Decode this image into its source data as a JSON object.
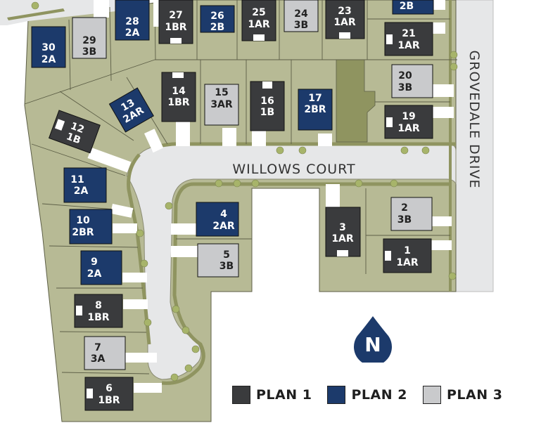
{
  "colors": {
    "plan1": "#3a3b3d",
    "plan2": "#1c3a6b",
    "plan3": "#c9cacc",
    "lot_fill": "#b7ba95",
    "lot_line": "#5c5e46",
    "road": "#e6e7e8",
    "park": "#8f9460",
    "driveway": "#ffffff",
    "tree": "#a7b46a"
  },
  "streets": {
    "willows_court": "WILLOWS COURT",
    "grovedale_drive": "GROVEDALE DRIVE"
  },
  "compass": {
    "label": "N"
  },
  "legend": [
    {
      "label": "PLAN 1",
      "color": "#3a3b3d"
    },
    {
      "label": "PLAN 2",
      "color": "#1c3a6b"
    },
    {
      "label": "PLAN 3",
      "color": "#c9cacc"
    }
  ],
  "lots": [
    {
      "id": "1",
      "number": "1",
      "plan_code": "1AR",
      "plan": 1
    },
    {
      "id": "2",
      "number": "2",
      "plan_code": "3B",
      "plan": 3
    },
    {
      "id": "3",
      "number": "3",
      "plan_code": "1AR",
      "plan": 1
    },
    {
      "id": "4",
      "number": "4",
      "plan_code": "2AR",
      "plan": 2
    },
    {
      "id": "5",
      "number": "5",
      "plan_code": "3B",
      "plan": 3
    },
    {
      "id": "6",
      "number": "6",
      "plan_code": "1BR",
      "plan": 1
    },
    {
      "id": "7",
      "number": "7",
      "plan_code": "3A",
      "plan": 3
    },
    {
      "id": "8",
      "number": "8",
      "plan_code": "1BR",
      "plan": 1
    },
    {
      "id": "9",
      "number": "9",
      "plan_code": "2A",
      "plan": 2
    },
    {
      "id": "10",
      "number": "10",
      "plan_code": "2BR",
      "plan": 2
    },
    {
      "id": "11",
      "number": "11",
      "plan_code": "2A",
      "plan": 2
    },
    {
      "id": "12",
      "number": "12",
      "plan_code": "1B",
      "plan": 1
    },
    {
      "id": "13",
      "number": "13",
      "plan_code": "2AR",
      "plan": 2
    },
    {
      "id": "14",
      "number": "14",
      "plan_code": "1BR",
      "plan": 1
    },
    {
      "id": "15",
      "number": "15",
      "plan_code": "3AR",
      "plan": 3
    },
    {
      "id": "16",
      "number": "16",
      "plan_code": "1B",
      "plan": 1
    },
    {
      "id": "17",
      "number": "17",
      "plan_code": "2BR",
      "plan": 2
    },
    {
      "id": "19",
      "number": "19",
      "plan_code": "1AR",
      "plan": 1
    },
    {
      "id": "20",
      "number": "20",
      "plan_code": "3B",
      "plan": 3
    },
    {
      "id": "21",
      "number": "21",
      "plan_code": "1AR",
      "plan": 1
    },
    {
      "id": "22",
      "number": "",
      "plan_code": "2B",
      "plan": 2
    },
    {
      "id": "23",
      "number": "23",
      "plan_code": "1AR",
      "plan": 1
    },
    {
      "id": "24",
      "number": "24",
      "plan_code": "3B",
      "plan": 3
    },
    {
      "id": "25",
      "number": "25",
      "plan_code": "1AR",
      "plan": 1
    },
    {
      "id": "26",
      "number": "26",
      "plan_code": "2B",
      "plan": 2
    },
    {
      "id": "27",
      "number": "27",
      "plan_code": "1BR",
      "plan": 1
    },
    {
      "id": "28",
      "number": "28",
      "plan_code": "2A",
      "plan": 2
    },
    {
      "id": "29",
      "number": "29",
      "plan_code": "3B",
      "plan": 3
    },
    {
      "id": "30",
      "number": "30",
      "plan_code": "2A",
      "plan": 2
    }
  ]
}
